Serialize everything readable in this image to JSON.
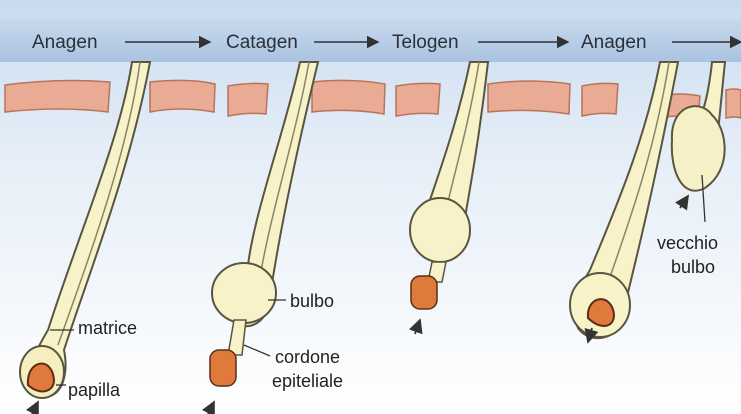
{
  "phases": [
    "Anagen",
    "Catagen",
    "Telogen",
    "Anagen"
  ],
  "labels": {
    "matrice": "matrice",
    "papilla": "papilla",
    "bulbo": "bulbo",
    "cordone_line1": "cordone",
    "cordone_line2": "epiteliale",
    "vecchio_line1": "vecchio",
    "vecchio_line2": "bulbo"
  },
  "colors": {
    "header_band": "#b9cfe6",
    "skin": "#e6a68e",
    "skin_dark": "#c8826a",
    "hair_fill": "#f7f2c8",
    "hair_outline": "#5a5540",
    "papilla": "#e07a3c",
    "background_top": "#dbe7f4",
    "background_bottom": "#ffffff"
  }
}
